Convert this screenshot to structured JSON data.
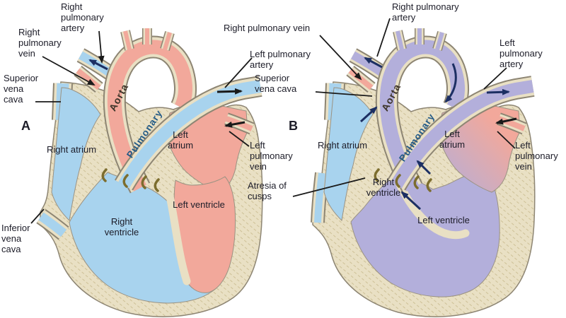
{
  "figure": {
    "panels": [
      {
        "letter": "A",
        "labels": {
          "right_pulmonary_artery": "Right pulmonary artery",
          "right_pulmonary_vein": "Right pulmonary vein",
          "superior_vena_cava": "Superior vena cava",
          "inferior_vena_cava": "Inferior vena cava",
          "right_atrium": "Right atrium",
          "right_ventricle": "Right ventricle",
          "left_atrium": "Left atrium",
          "left_ventricle": "Left ventricle",
          "left_pulmonary_artery": "Left pulmonary artery",
          "left_pulmonary_vein": "Left pulmonary vein",
          "aorta": "Aorta",
          "pulmonary": "Pulmonary"
        }
      },
      {
        "letter": "B",
        "labels": {
          "right_pulmonary_artery": "Right pulmonary artery",
          "right_pulmonary_vein": "Right pulmonary vein",
          "superior_vena_cava": "Superior vena cava",
          "right_atrium": "Right atrium",
          "right_ventricle": "Right ventricle",
          "left_atrium": "Left atrium",
          "left_ventricle": "Left ventricle",
          "left_pulmonary_artery": "Left pulmonary artery",
          "left_pulmonary_vein": "Left pulmonary vein",
          "atresia_of_cusps": "Atresia of cusps",
          "aorta": "Aorta",
          "pulmonary": "Pulmonary"
        }
      }
    ],
    "colors": {
      "background": "#ffffff",
      "oxygenated": "#f2a89b",
      "deoxygenated": "#a8d3ee",
      "mixed": "#b3afdb",
      "heart_wall": "#e9e0c4",
      "wall_texture": "#cdc096",
      "outline": "#8d8573",
      "flow_arrow": "#1c2f63",
      "pointer": "#1a1a1a",
      "cusp": "#7c6d2e",
      "label_text": "#1c1c28",
      "aorta_text": "#3d3429",
      "pulmonary_text": "#235a86"
    }
  }
}
